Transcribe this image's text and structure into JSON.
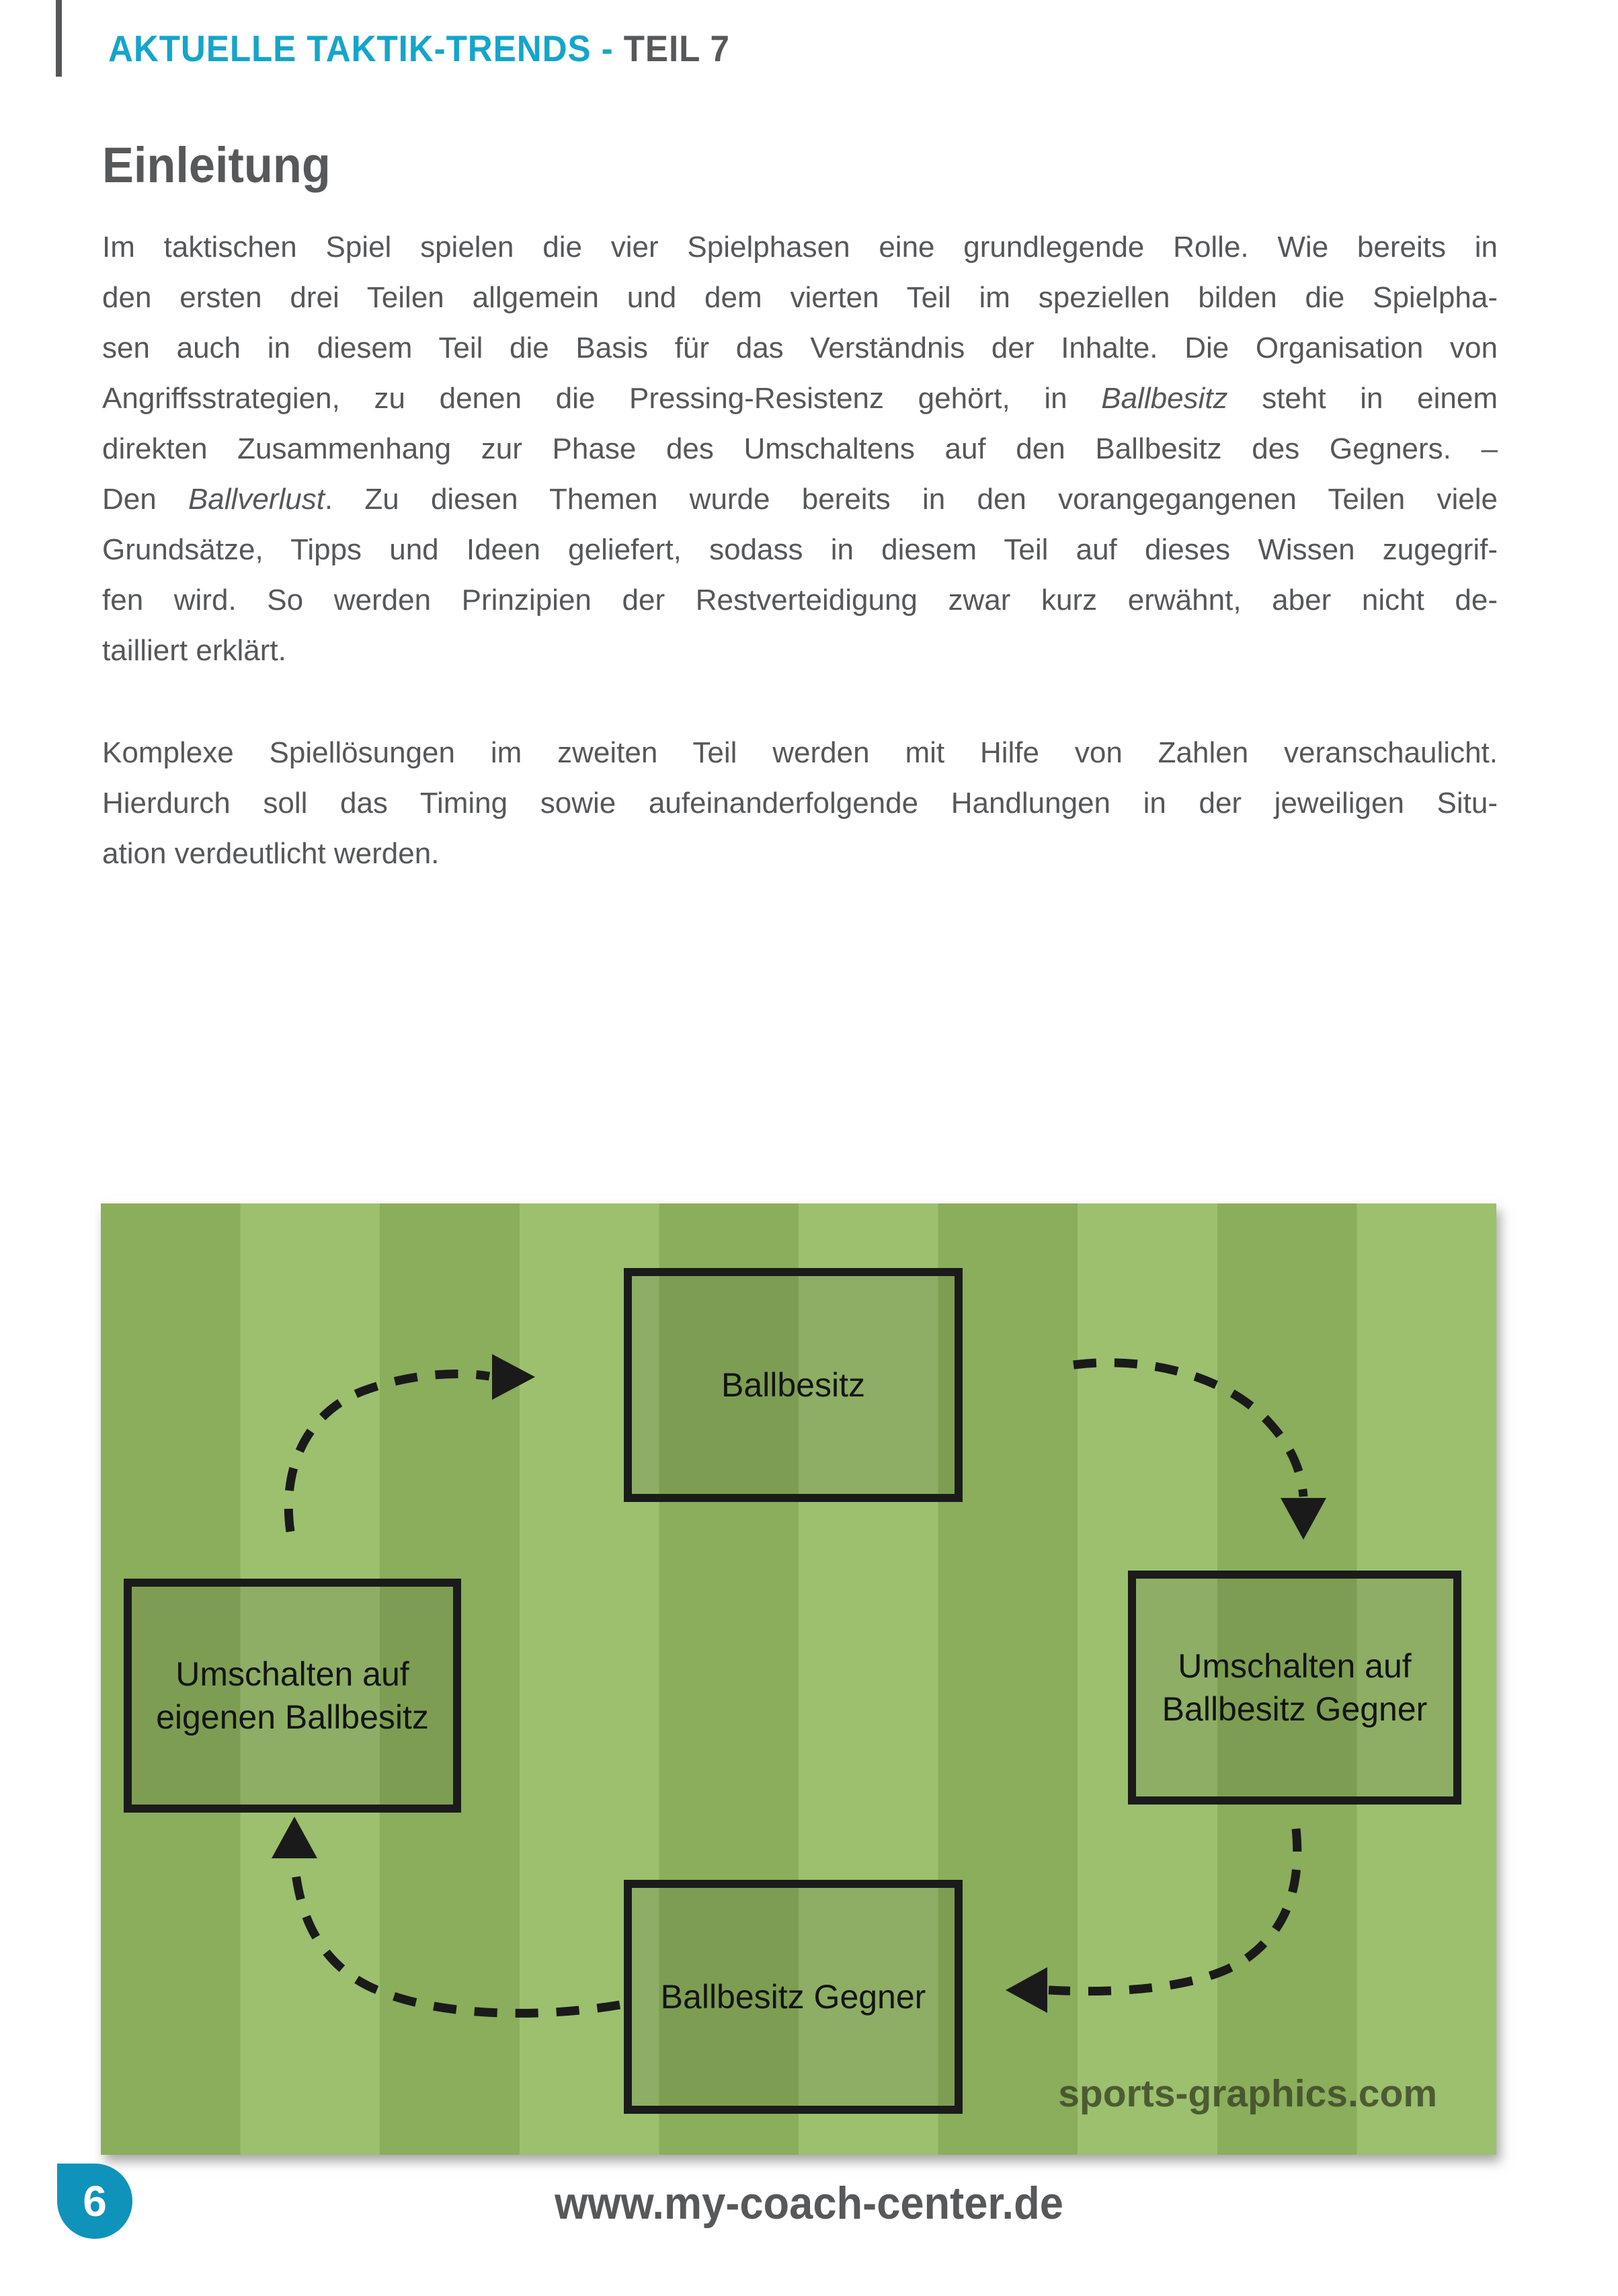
{
  "header": {
    "title_highlight": "AKTUELLE TAKTIK-TRENDS - ",
    "title_rest": "TEIL 7"
  },
  "article": {
    "heading": "Einleitung",
    "paragraph1_lines": [
      "Im taktischen Spiel spielen die vier Spielphasen eine grundlegende Rolle. Wie bereits in",
      "den ersten drei Teilen allgemein und dem vierten Teil im speziellen bilden die Spielpha-",
      "sen auch in diesem Teil die Basis für das Verständnis der Inhalte. Die Organisation von",
      "Angriffsstrategien, zu denen die Pressing-Resistenz gehört, in *Ballbesitz* steht in einem",
      "direkten Zusammenhang zur Phase des Umschaltens auf den Ballbesitz des Gegners. –",
      "Den *Ballverlust*. Zu diesen Themen wurde bereits in den vorangegangenen Teilen viele",
      "Grundsätze, Tipps und Ideen geliefert, sodass in diesem Teil auf dieses Wissen zugegrif-",
      "fen wird. So werden Prinzipien der Restverteidigung zwar kurz erwähnt, aber nicht de-",
      "tailliert erklärt."
    ],
    "paragraph2_lines": [
      "Komplexe Spiellösungen im zweiten Teil werden mit Hilfe von Zahlen veranschaulicht.",
      "Hierdurch soll das Timing sowie aufeinanderfolgende Handlungen in der jeweiligen Situ-",
      "ation verdeutlicht werden."
    ]
  },
  "diagram": {
    "box_top_label": "Ballbesitz",
    "box_right_line1": "Umschalten auf",
    "box_right_line2": "Ballbesitz Gegner",
    "box_bottom_label": "Ballbesitz Gegner",
    "box_left_line1": "Umschalten auf",
    "box_left_line2": "eigenen Ballbesitz",
    "watermark": "sports-graphics.com"
  },
  "footer": {
    "page_number": "6",
    "website": "www.my-coach-center.de"
  },
  "colors": {
    "accent_cyan": "#14a5cb",
    "badge_cyan": "#0f93bb",
    "text_gray": "#57585a",
    "field_dark_stripe": "#8aae5b",
    "field_light_stripe": "#9cc06e",
    "arrow_black": "#1a1a1a"
  }
}
